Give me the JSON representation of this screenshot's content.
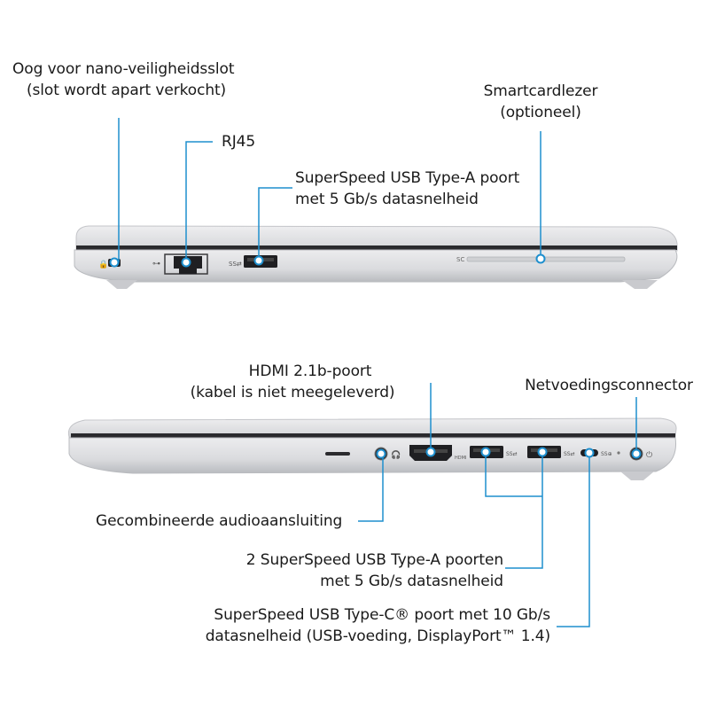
{
  "colors": {
    "leader": "#1e8fce",
    "body_light": "#e6e6e8",
    "body_mid": "#cfd0d3",
    "body_dark": "#a9abaf",
    "port": "#1f1f22"
  },
  "callouts": {
    "lock_slot": [
      "Oog voor nano-veiligheidsslot",
      "(slot wordt apart verkocht)"
    ],
    "rj45": [
      "RJ45"
    ],
    "usb_a_left": [
      "SuperSpeed USB Type-A poort",
      "met 5 Gb/s datasnelheid"
    ],
    "smartcard": [
      "Smartcardlezer",
      "(optioneel)"
    ],
    "hdmi": [
      "HDMI 2.1b-poort",
      "(kabel is niet meegeleverd)"
    ],
    "power": [
      "Netvoedingsconnector"
    ],
    "audio": [
      "Gecombineerde audioaansluiting"
    ],
    "usb_a_right": [
      "2 SuperSpeed USB Type-A poorten",
      "met 5 Gb/s datasnelheid"
    ],
    "usb_c": [
      "SuperSpeed USB Type-C® poort met 10 Gb/s",
      "datasnelheid (USB-voeding, DisplayPort™ 1.4)"
    ]
  },
  "side_markings": {
    "smartcard_slot_mark": "SC",
    "hdmi_mark": "HDMI"
  }
}
